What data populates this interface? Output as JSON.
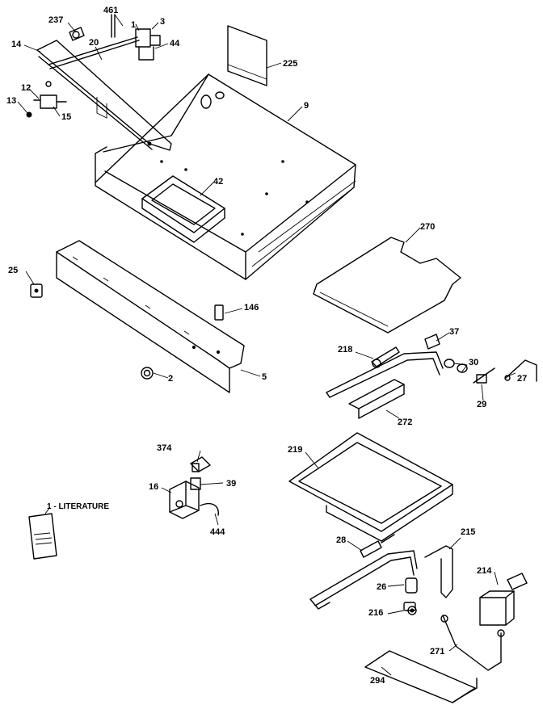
{
  "callouts": {
    "c237": "237",
    "c461": "461",
    "c1": "1",
    "c3": "3",
    "c44": "44",
    "c20": "20",
    "c14": "14",
    "c12": "12",
    "c13": "13",
    "c15": "15",
    "c225": "225",
    "c9": "9",
    "c42": "42",
    "c270": "270",
    "c25": "25",
    "c146": "146",
    "c5": "5",
    "c2": "2",
    "c37": "37",
    "c218": "218",
    "c30": "30",
    "c27": "27",
    "c29": "29",
    "c272": "272",
    "c374": "374",
    "c39": "39",
    "c16": "16",
    "c444": "444",
    "c219": "219",
    "c28": "28",
    "c215": "215",
    "c26": "26",
    "c214": "214",
    "c216": "216",
    "c271": "271",
    "c294": "294"
  },
  "literature": {
    "label": "1 - LITERATURE"
  }
}
